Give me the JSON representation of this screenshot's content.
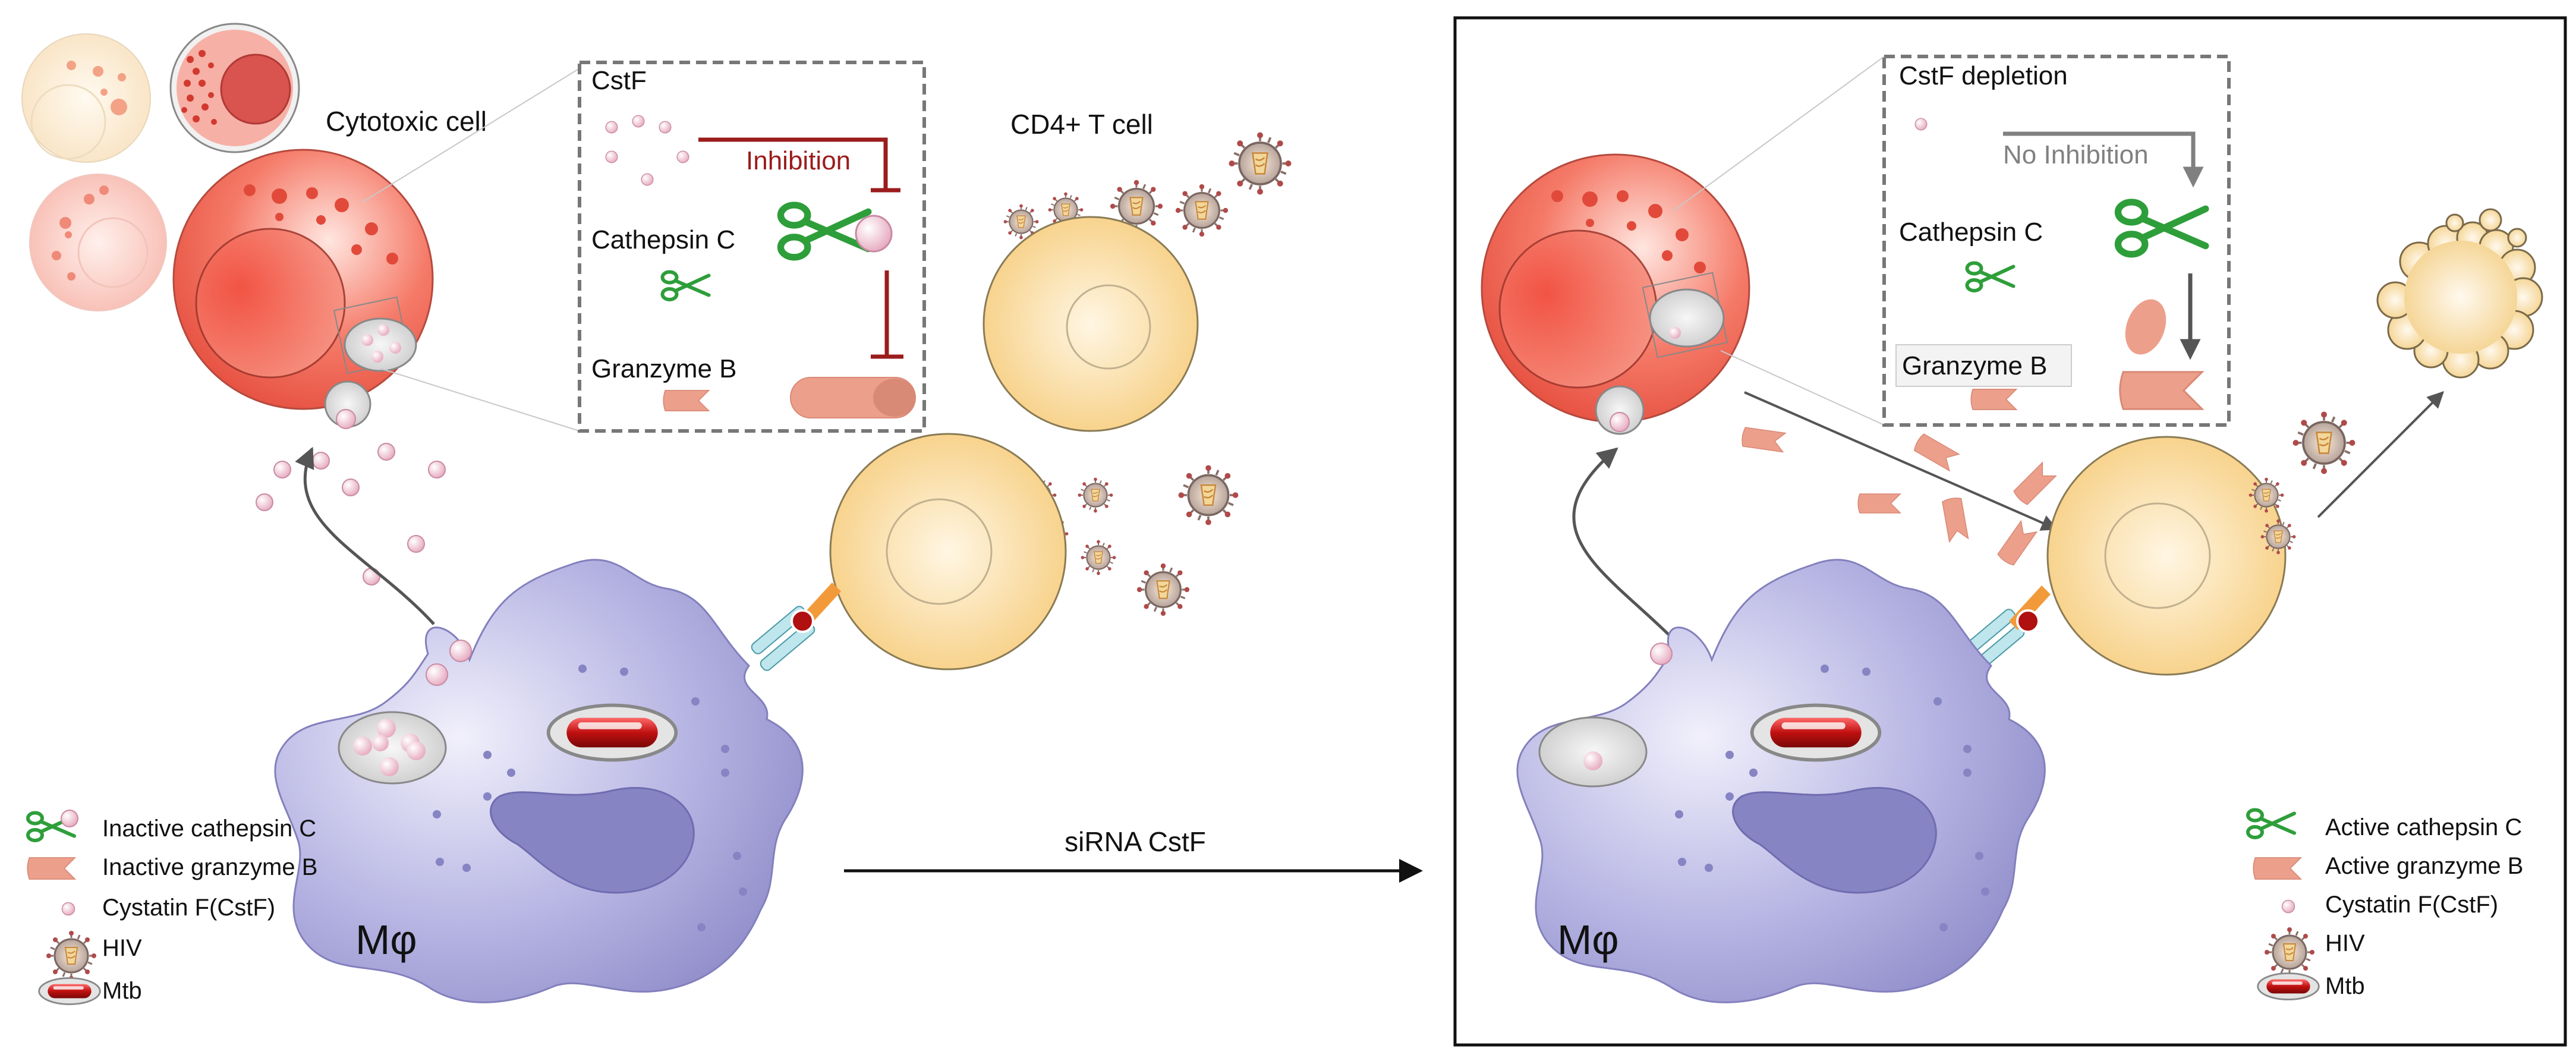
{
  "colors": {
    "macrophage": "#a9a8dc",
    "macrophage_edge": "#7f7cb5",
    "cytotoxic": "#f26a5a",
    "tcell": "#f9d68a",
    "scissors": "#2e9e3a",
    "granzyme": "#eca08c",
    "inhibition": "#9b1c1c",
    "no_inhibition": "#808080",
    "mtb": "#c01818"
  },
  "left_panel": {
    "cytotoxic_label": "Cytotoxic cell",
    "tcell_label": "CD4+ T cell",
    "macrophage_label": "Mφ",
    "inset": {
      "cstf_label": "CstF",
      "inhibition_label": "Inhibition",
      "cathepsin_label": "Cathepsin C",
      "granzyme_label": "Granzyme B"
    },
    "legend": [
      {
        "icon": "scissors-icon",
        "label": "Inactive cathepsin C"
      },
      {
        "icon": "granzyme-icon",
        "label": "Inactive granzyme B"
      },
      {
        "icon": "cystatin-icon",
        "label": "Cystatin F(CstF)"
      },
      {
        "icon": "hiv-icon",
        "label": "HIV"
      },
      {
        "icon": "mtb-icon",
        "label": "Mtb"
      }
    ]
  },
  "transition": {
    "label": "siRNA CstF"
  },
  "right_panel": {
    "macrophage_label": "Mφ",
    "inset": {
      "depletion_label": "CstF depletion",
      "no_inhibition_label": "No Inhibition",
      "cathepsin_label": "Cathepsin C",
      "granzyme_label": "Granzyme B"
    },
    "legend": [
      {
        "icon": "scissors-icon",
        "label": "Active cathepsin C"
      },
      {
        "icon": "granzyme-icon",
        "label": "Active granzyme B"
      },
      {
        "icon": "cystatin-icon",
        "label": "Cystatin F(CstF)"
      },
      {
        "icon": "hiv-icon",
        "label": "HIV"
      },
      {
        "icon": "mtb-icon",
        "label": "Mtb"
      }
    ]
  }
}
